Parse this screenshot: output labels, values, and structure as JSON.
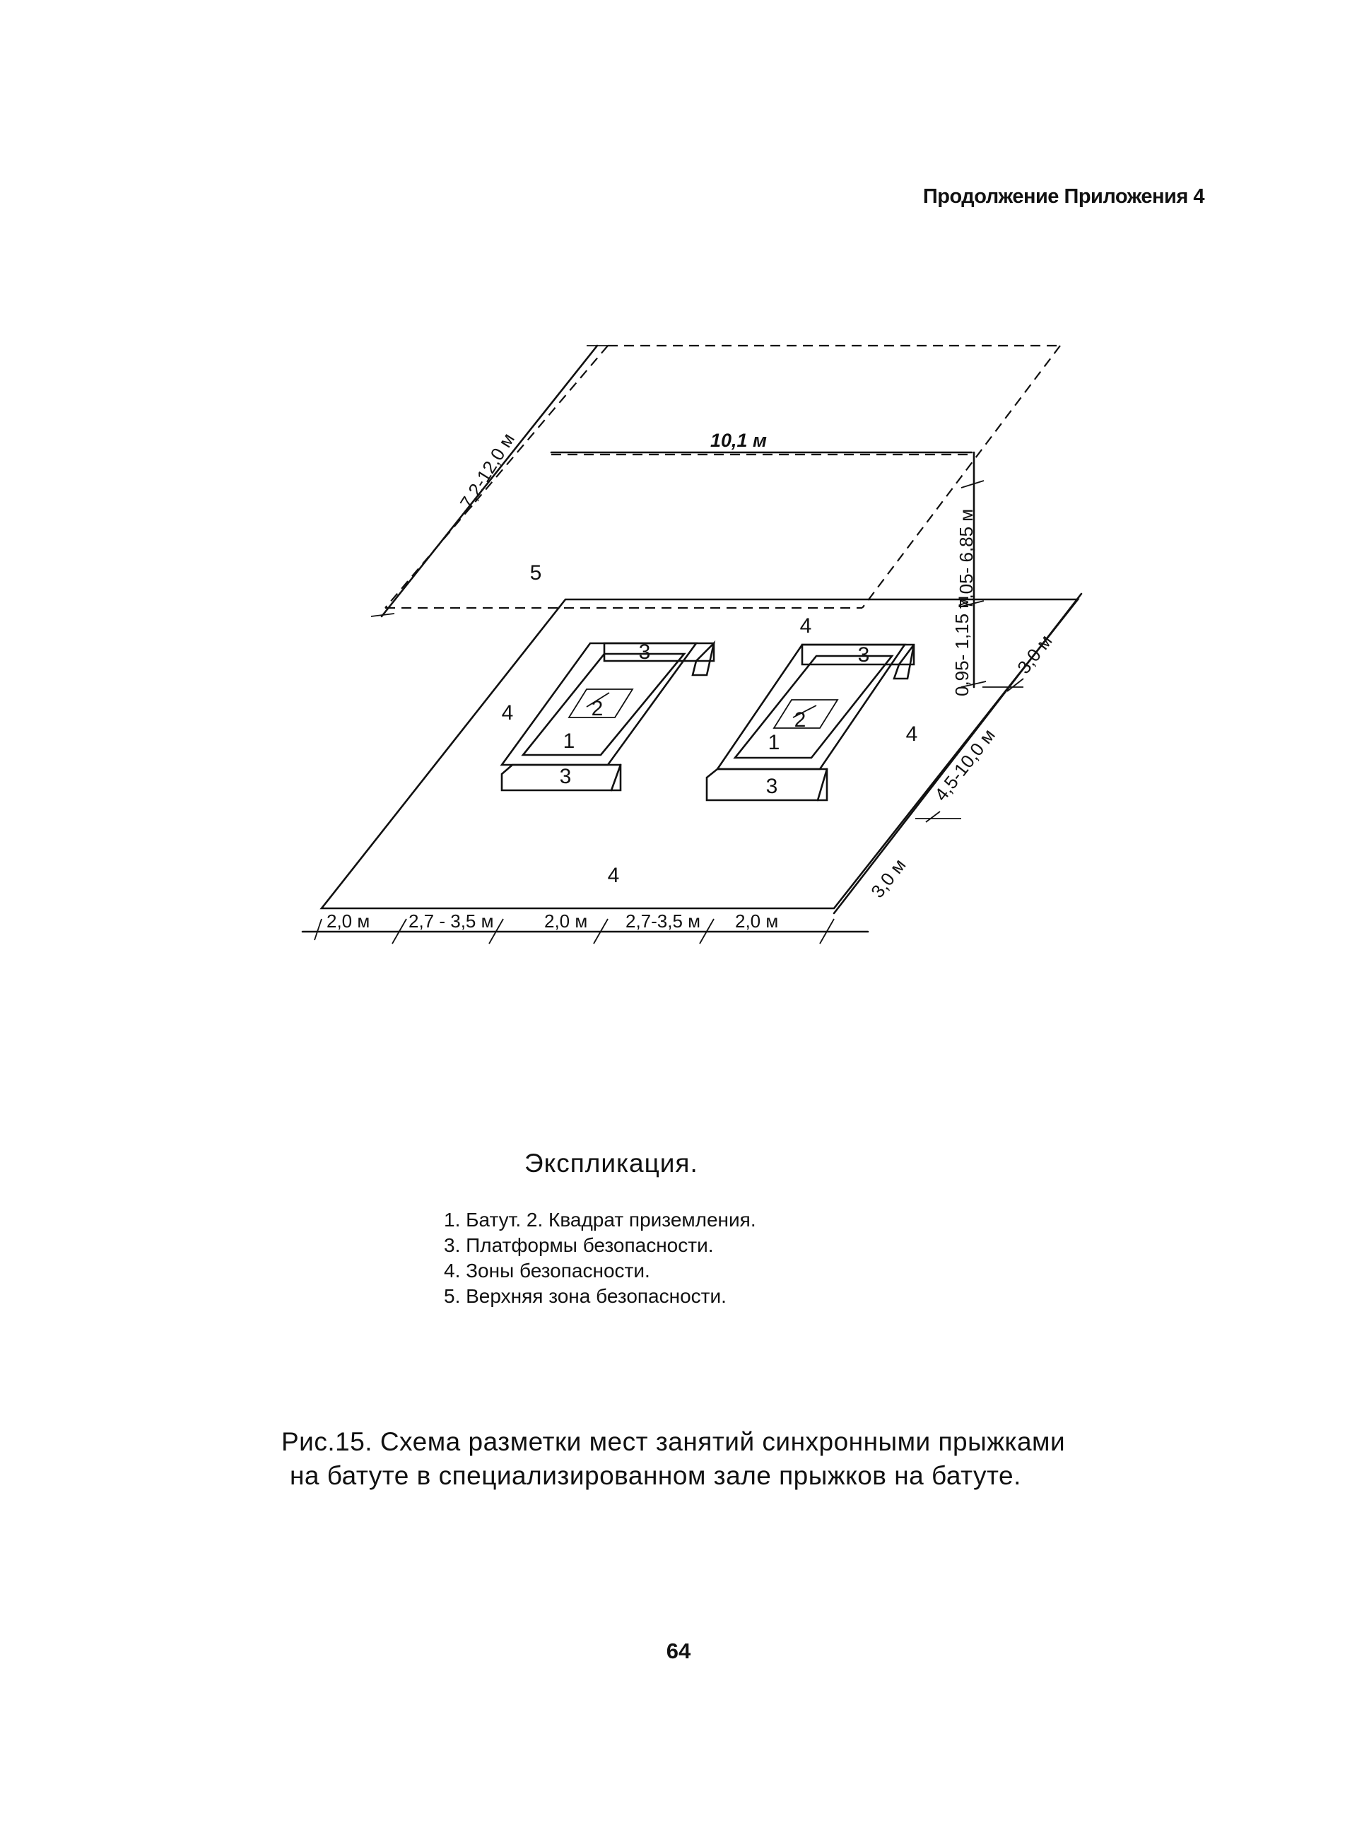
{
  "header": {
    "text": "Продолжение Приложения 4"
  },
  "diagram": {
    "zone_labels": {
      "trampoline": "1",
      "landing_square": "2",
      "platform": "3",
      "safety_zone": "4",
      "upper_safety_zone": "5"
    },
    "dimensions": {
      "top_width": "10,1 м",
      "left_depth": "7,2-12,0 м",
      "height_upper": "7,05- 6,85 м",
      "height_lower": "0,95- 1,15 м",
      "right_front": "3,0 м",
      "right_middle": "4,5-10,0 м",
      "right_back": "3,0 м",
      "bottom_1": "2,0 м",
      "bottom_2": "2,7 - 3,5 м",
      "bottom_3": "2,0 м",
      "bottom_4": "2,7-3,5 м",
      "bottom_5": "2,0 м"
    }
  },
  "explication": {
    "title": "Экспликация.",
    "items": [
      "1. Батут.   2. Квадрат приземления.",
      "3. Платформы безопасности.",
      "4. Зоны безопасности.",
      "5. Верхняя зона безопасности."
    ]
  },
  "caption": {
    "line1": "Рис.15.  Схема разметки  мест  занятий синхронными прыжками",
    "line2": "на  батуте  в специализированном зале прыжков на батуте."
  },
  "page_number": "64"
}
